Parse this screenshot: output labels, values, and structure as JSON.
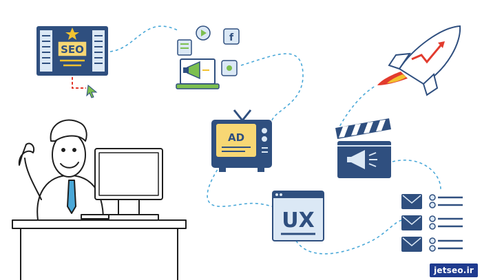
{
  "icons": {
    "seo_label": "SEO",
    "ad_label": "AD",
    "ux_label": "UX",
    "social_label": "f"
  },
  "brand": {
    "text": "jetseo.ir"
  },
  "colors": {
    "navy": "#2f4f7f",
    "light_blue": "#dbe8f5",
    "gold": "#f2c230",
    "green": "#7cbf4f",
    "dashed_path": "#4aa8d8",
    "red": "#e23b2e",
    "brand_bg": "#1f3b8f"
  }
}
